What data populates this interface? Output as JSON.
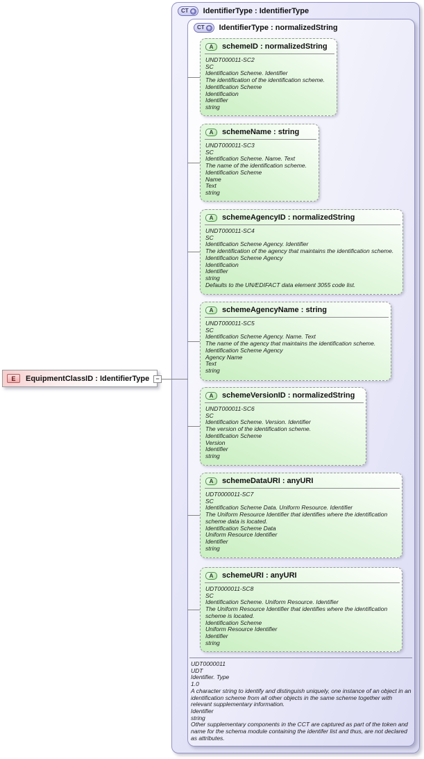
{
  "diagram": {
    "element": {
      "kind": "E",
      "label": "EquipmentClassID : IdentifierType",
      "collapse_glyph": "−"
    },
    "outer_type": {
      "kind": "CT",
      "expand_glyph": "+",
      "label": "IdentifierType : IdentifierType"
    },
    "inner_type": {
      "kind": "CT",
      "expand_glyph": "+",
      "label": "IdentifierType : normalizedString"
    },
    "attributes": [
      {
        "kind": "A",
        "label": "schemeID : normalizedString",
        "lines": [
          "UNDT000011-SC2",
          "SC",
          "Identification Scheme. Identifier",
          "The identification of the identification scheme.",
          "Identification Scheme",
          "Identification",
          "Identifier",
          "string"
        ]
      },
      {
        "kind": "A",
        "label": "schemeName : string",
        "lines": [
          "UNDT000011-SC3",
          "SC",
          "Identification Scheme. Name. Text",
          "The name of the identification scheme.",
          "Identification Scheme",
          "Name",
          "Text",
          "string"
        ]
      },
      {
        "kind": "A",
        "label": "schemeAgencyID : normalizedString",
        "lines": [
          "UNDT000011-SC4",
          "SC",
          "Identification Scheme Agency. Identifier",
          "The identification of the agency that maintains the identification scheme.",
          "Identification Scheme Agency",
          "Identification",
          "Identifier",
          "string",
          "Defaults to the UN/EDIFACT data element 3055 code list."
        ]
      },
      {
        "kind": "A",
        "label": "schemeAgencyName : string",
        "lines": [
          "UNDT000011-SC5",
          "SC",
          "Identification Scheme Agency. Name. Text",
          "The name of the agency that maintains the identification scheme.",
          "Identification Scheme Agency",
          "Agency Name",
          "Text",
          "string"
        ]
      },
      {
        "kind": "A",
        "label": "schemeVersionID : normalizedString",
        "lines": [
          "UNDT000011-SC6",
          "SC",
          "Identification Scheme. Version. Identifier",
          "The version of the identification scheme.",
          "Identification Scheme",
          "Version",
          "Identifier",
          "string"
        ]
      },
      {
        "kind": "A",
        "label": "schemeDataURI : anyURI",
        "lines": [
          "UDT0000011-SC7",
          "SC",
          "Identification Scheme Data. Uniform Resource. Identifier",
          "The Uniform Resource Identifier that identifies where the identification scheme data is located.",
          "Identification Scheme Data",
          "Uniform Resource Identifier",
          "Identifier",
          "string"
        ]
      },
      {
        "kind": "A",
        "label": "schemeURI : anyURI",
        "lines": [
          "UDT0000011-SC8",
          "SC",
          "Identification Scheme. Uniform Resource. Identifier",
          "The Uniform Resource Identifier that identifies where the identification scheme is located.",
          "Identification Scheme",
          "Uniform Resource Identifier",
          "Identifier",
          "string"
        ]
      }
    ],
    "footer_lines": [
      "UDT0000011",
      "UDT",
      "Identifier. Type",
      "1.0",
      "A character string to identify and distinguish uniquely, one instance of an object in an identification scheme from all other objects in the same scheme together with relevant supplementary information.",
      "Identifier",
      "string",
      "Other supplementary components in the CCT are captured as part of the token and name for the schema module containing the identifer list and thus, are not declared as attributes."
    ],
    "colors": {
      "complex_type_fill": "#e8e8fa",
      "complex_type_border": "#9494c4",
      "attribute_fill": "#d9f4d3",
      "attribute_border": "#9a9a9a",
      "element_fill": "#f6cdcd",
      "element_border": "#9a9a9a",
      "connector": "#858585"
    }
  }
}
